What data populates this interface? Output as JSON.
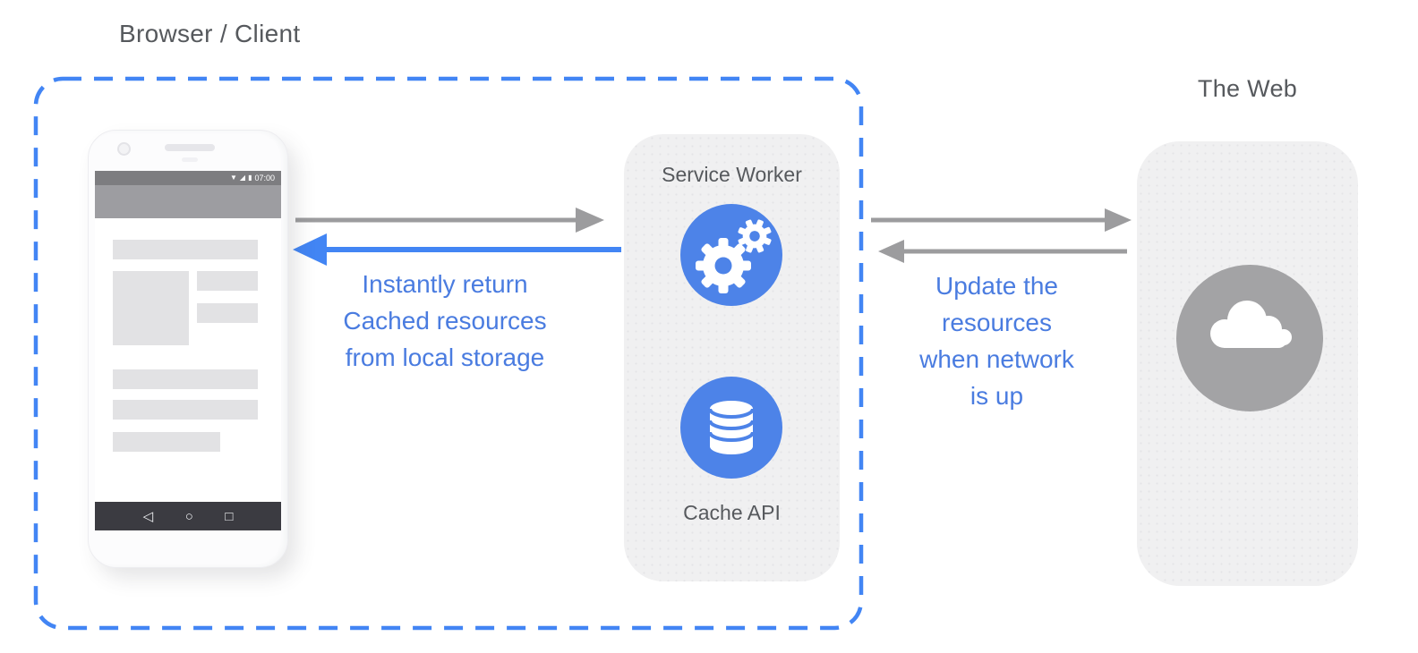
{
  "colors": {
    "accent": "#4285f4",
    "circle-blue": "#4d83e8",
    "text-blue": "#4a7ce0",
    "arrow-gray": "#9c9c9e",
    "panel-bg": "#f0f0f1",
    "panel-dot": "#e4e4e7",
    "title-gray": "#56595d",
    "web-circle-gray": "#a3a3a5",
    "statusbar-gray": "#7d7d80",
    "appbar-gray": "#9d9da1",
    "block-gray": "#e2e2e4",
    "navbar-dark": "#3b3b41"
  },
  "browser_box": {
    "label": "Browser / Client"
  },
  "phone": {
    "status": {
      "wifi_icon": "▼",
      "signal_icon": "◢",
      "battery_icon": "▮",
      "time": "07:00"
    },
    "nav": {
      "back_icon": "◁",
      "home_icon": "○",
      "recents_icon": "□"
    }
  },
  "client_flow": {
    "caption_lines": [
      "Instantly return",
      "Cached resources",
      "from local storage"
    ]
  },
  "service_worker": {
    "title": "Service Worker",
    "cache_label": "Cache API"
  },
  "network_flow": {
    "caption_lines": [
      "Update the",
      "resources",
      "when network",
      "is up"
    ]
  },
  "web": {
    "title": "The Web"
  }
}
